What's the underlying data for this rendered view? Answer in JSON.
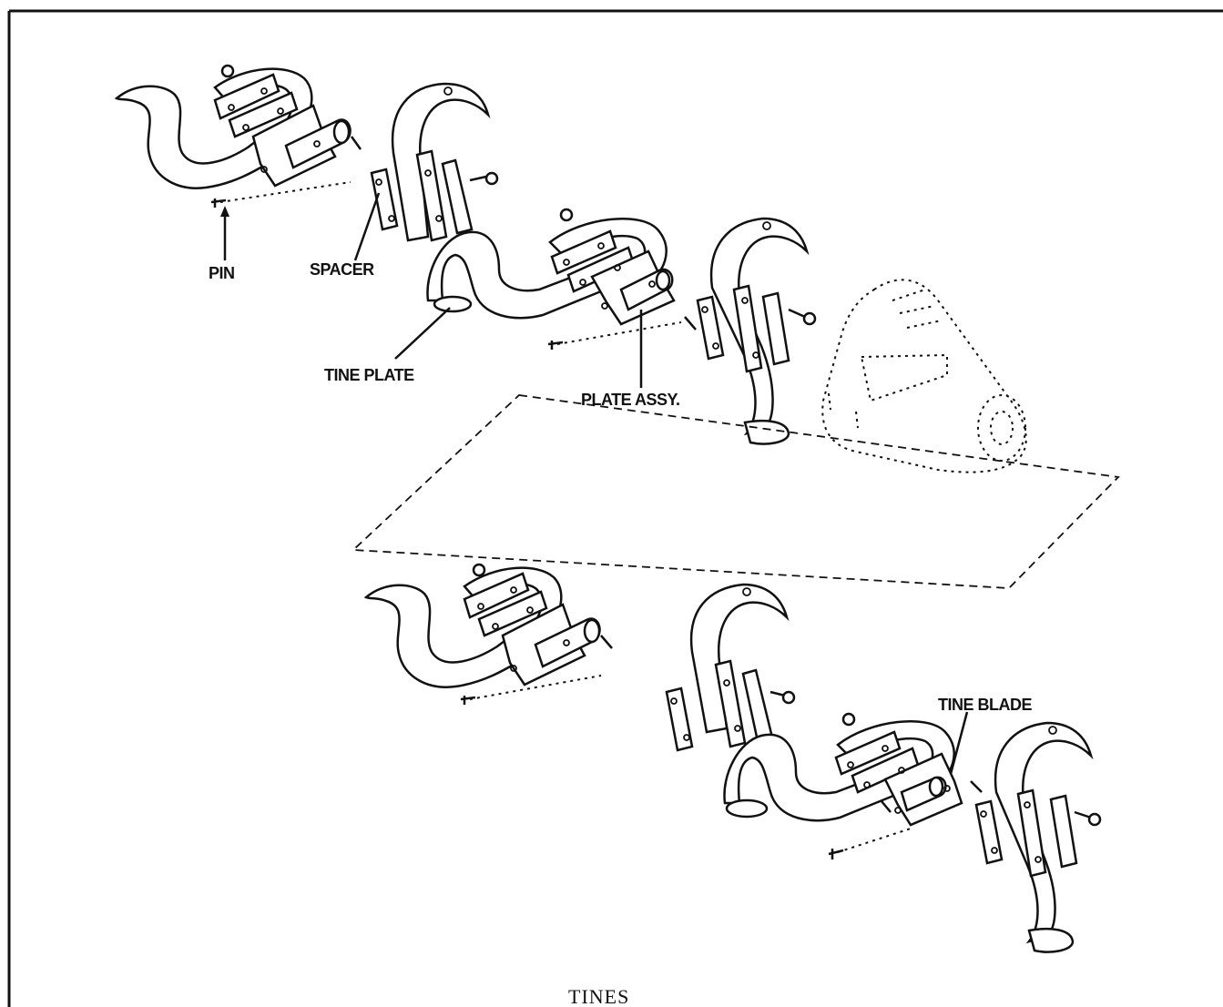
{
  "labels": {
    "pin": "PIN",
    "spacer": "SPACER",
    "tine_plate": "TINE PLATE",
    "plate_assy": "PLATE ASSY.",
    "tine_blade": "TINE BLADE"
  },
  "caption": "TINES"
}
